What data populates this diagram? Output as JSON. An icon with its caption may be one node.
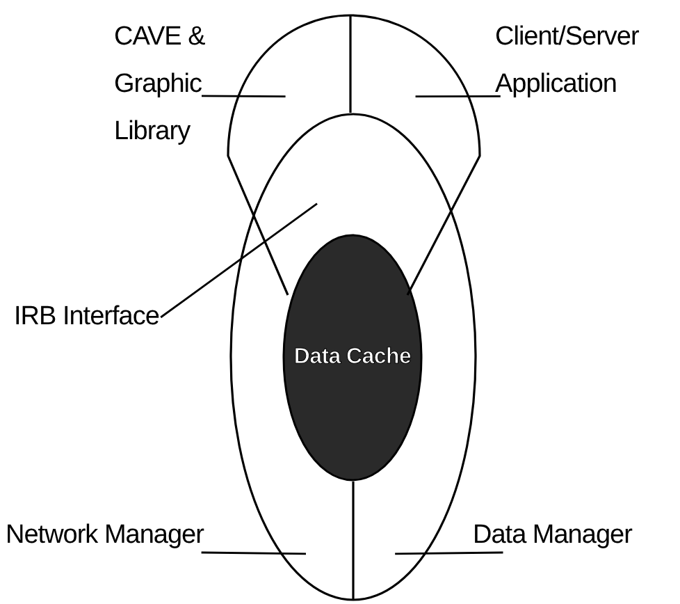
{
  "diagram": {
    "nodes": [
      {
        "text": [
          "CAVE & Graphic Library"
        ]
      },
      {
        "text": [
          "Client/Server Application"
        ]
      },
      {
        "text": [
          "IRB Interface"
        ]
      },
      {
        "text": [
          "Network Manager"
        ]
      },
      {
        "text": [
          "Data Manager"
        ]
      },
      {
        "text": [
          "Data Cache"
        ],
        "in": 7
      },
      {
        "text": [],
        "shape": "arch"
      },
      {
        "text": [],
        "shape": "ellipse"
      }
    ],
    "edges": [
      {
        "from": 0,
        "to": 6,
        "arrow": "none"
      },
      {
        "from": 1,
        "to": 6,
        "arrow": "none"
      },
      {
        "from": 2,
        "to": 7,
        "arrow": "none"
      },
      {
        "from": 3,
        "to": 7,
        "arrow": "none"
      },
      {
        "from": 4,
        "to": 7,
        "arrow": "none"
      }
    ]
  }
}
